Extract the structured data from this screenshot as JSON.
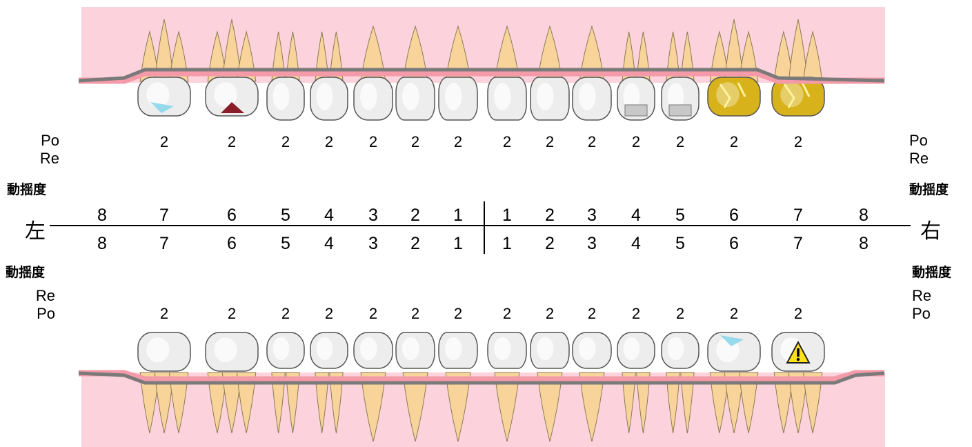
{
  "labels": {
    "po": "Po",
    "re": "Re",
    "mobility": "動揺度",
    "left_kanji": "左",
    "right_kanji": "右"
  },
  "colors": {
    "gum": "#fcd3dc",
    "gum_line": "#f49aa9",
    "bone_bar": "#9a9a9a",
    "root": "#f8d49a",
    "crown": "#ededed",
    "gold": "#d8b21a",
    "caries": "#8a1d2a",
    "filling": "#7fd3ea",
    "warning": "#ffe11a"
  },
  "upper": {
    "numbers": [
      "8",
      "7",
      "6",
      "5",
      "4",
      "3",
      "2",
      "1",
      "1",
      "2",
      "3",
      "4",
      "5",
      "6",
      "7",
      "8"
    ],
    "pocket": [
      "",
      "2",
      "2",
      "2",
      "2",
      "2",
      "2",
      "2",
      "2",
      "2",
      "2",
      "2",
      "2",
      "2",
      "2",
      ""
    ],
    "teeth": [
      {
        "type": "molar",
        "state": "filling"
      },
      {
        "type": "molar",
        "state": "caries"
      },
      {
        "type": "premolar",
        "state": "normal"
      },
      {
        "type": "premolar",
        "state": "normal"
      },
      {
        "type": "canine",
        "state": "normal"
      },
      {
        "type": "incisor",
        "state": "normal"
      },
      {
        "type": "incisor",
        "state": "normal"
      },
      {
        "type": "incisor",
        "state": "normal"
      },
      {
        "type": "incisor",
        "state": "normal"
      },
      {
        "type": "canine",
        "state": "normal"
      },
      {
        "type": "premolar",
        "state": "inlay"
      },
      {
        "type": "premolar",
        "state": "inlay"
      },
      {
        "type": "molar",
        "state": "gold"
      },
      {
        "type": "molar",
        "state": "gold"
      }
    ]
  },
  "lower": {
    "numbers": [
      "8",
      "7",
      "6",
      "5",
      "4",
      "3",
      "2",
      "1",
      "1",
      "2",
      "3",
      "4",
      "5",
      "6",
      "7",
      "8"
    ],
    "pocket": [
      "",
      "2",
      "2",
      "2",
      "2",
      "2",
      "2",
      "2",
      "2",
      "2",
      "2",
      "2",
      "2",
      "2",
      "2",
      ""
    ],
    "teeth": [
      {
        "type": "molar",
        "state": "normal"
      },
      {
        "type": "molar",
        "state": "normal"
      },
      {
        "type": "premolar",
        "state": "normal"
      },
      {
        "type": "premolar",
        "state": "normal"
      },
      {
        "type": "canine",
        "state": "normal"
      },
      {
        "type": "incisor",
        "state": "normal"
      },
      {
        "type": "incisor",
        "state": "normal"
      },
      {
        "type": "incisor",
        "state": "normal"
      },
      {
        "type": "incisor",
        "state": "normal"
      },
      {
        "type": "canine",
        "state": "normal"
      },
      {
        "type": "premolar",
        "state": "normal"
      },
      {
        "type": "premolar",
        "state": "normal"
      },
      {
        "type": "molar",
        "state": "filling"
      },
      {
        "type": "molar",
        "state": "warning"
      }
    ]
  }
}
